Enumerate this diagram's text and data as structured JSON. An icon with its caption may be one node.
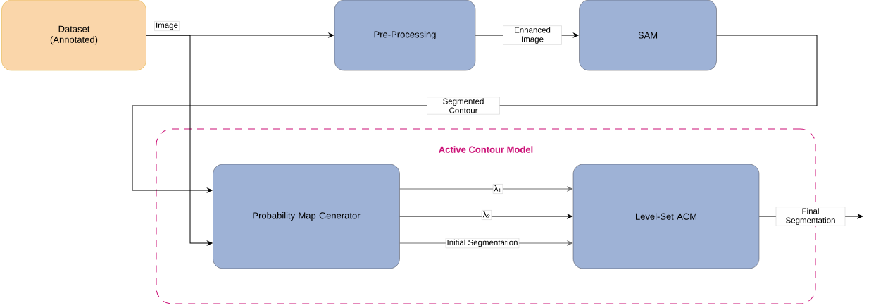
{
  "diagram": {
    "nodes": [
      {
        "text": [
          "Dataset (Annotated)"
        ]
      },
      {
        "text": [
          "Pre-Processing"
        ]
      },
      {
        "text": [
          "SAM"
        ]
      },
      {
        "text": [
          "Active Contour Model"
        ]
      },
      {
        "text": [
          "Probability Map Generator"
        ],
        "in": 3
      },
      {
        "text": [
          "Level-Set ACM"
        ],
        "in": 3
      }
    ],
    "edges": [
      {
        "from": 0,
        "to": 1,
        "arrow": "to",
        "label": "Image"
      },
      {
        "from": 0,
        "to": 4,
        "arrow": "to"
      },
      {
        "from": 1,
        "to": 2,
        "arrow": "to",
        "label": "Enhanced Image"
      },
      {
        "from": 2,
        "to": 4,
        "arrow": "to",
        "label": "Segmented Contour"
      },
      {
        "from": 4,
        "to": 5,
        "arrow": "to",
        "label": "λ$_{1}$",
        "color": "#707070"
      },
      {
        "from": 4,
        "to": 5,
        "arrow": "to",
        "label": "λ$_{2}$"
      },
      {
        "from": 4,
        "to": 5,
        "arrow": "to",
        "label": "Initial Segmentation",
        "color": "#707070"
      },
      {
        "from": 5,
        "to": null,
        "arrow": "to",
        "label": "Final Segmentation"
      }
    ]
  }
}
